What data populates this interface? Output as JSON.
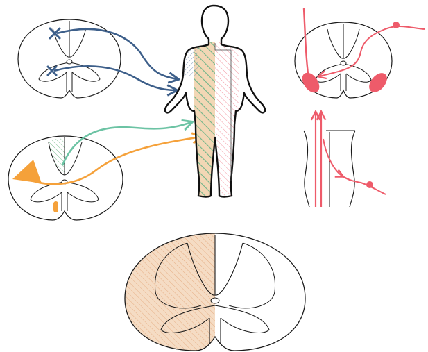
{
  "figure": {
    "panels": [
      "cord-lesion-top-left",
      "body-outline-center",
      "cord-sensory-top-right",
      "cord-longitudinal-right",
      "cord-lesion-mid-left",
      "cord-hemisection-bottom"
    ],
    "colors": {
      "outline": "#1a1a1a",
      "motor_blue": "#3d5f8a",
      "dorsal_column_green": "#6cc3a4",
      "spinothalamic_orange": "#f5a13a",
      "sensory_red": "#ee5b6a",
      "hemisection_fill": "#f3d9c2",
      "hatch_orange": "#e9a26d",
      "hatch_red": "#f07b88",
      "hatch_green": "#74b98a",
      "hatch_blue": "#6e86ad"
    },
    "markers": {
      "lesion_icon": "x-mark-icon",
      "tumor_icon": "triangle-icon",
      "receptor_icon": "dot-icon"
    }
  }
}
